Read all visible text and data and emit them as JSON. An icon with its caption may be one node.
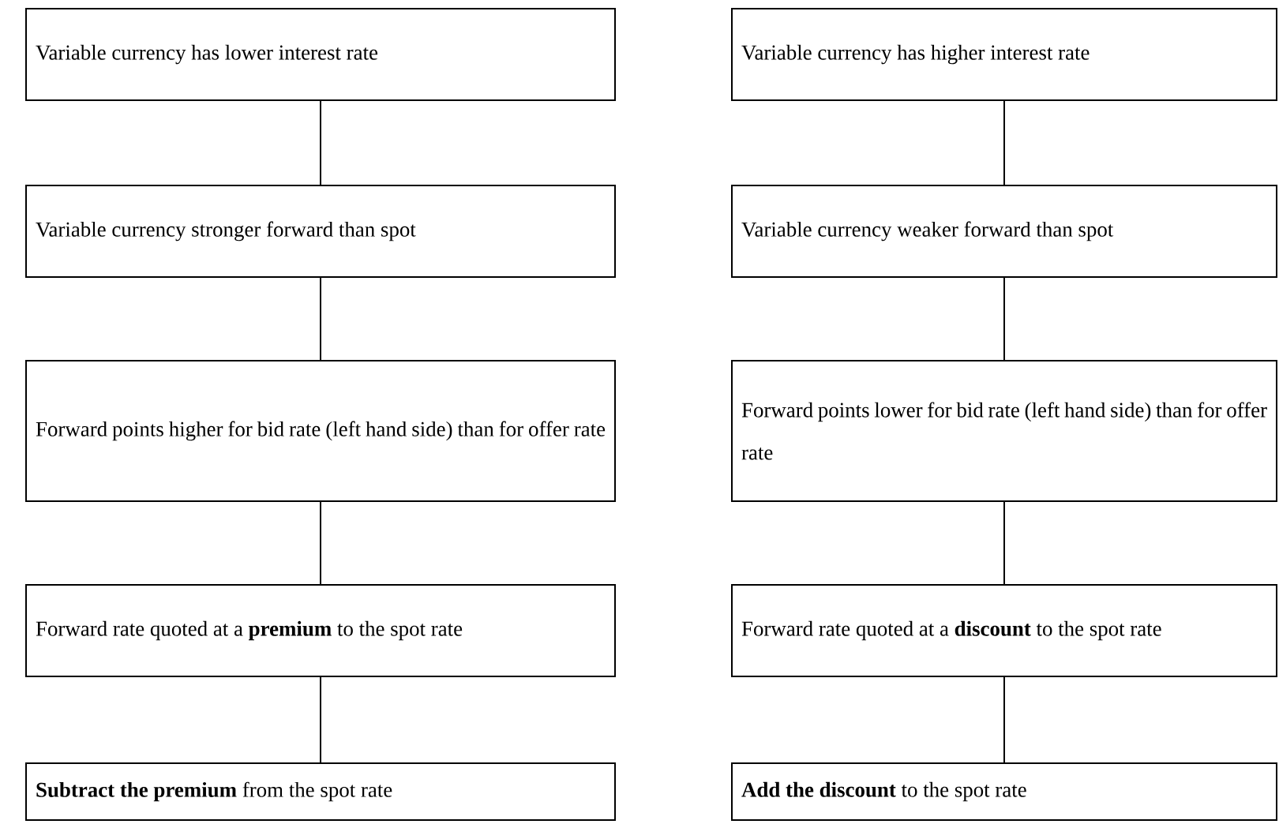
{
  "diagram": {
    "nodes": [
      {
        "text": [
          "Variable currency has lower interest rate"
        ]
      },
      {
        "text": [
          "Variable currency stronger forward than spot"
        ]
      },
      {
        "text": [
          "Forward points higher for bid rate (left hand side) than for offer rate"
        ]
      },
      {
        "text": [
          "Forward rate quoted at a **premium** to the spot rate"
        ]
      },
      {
        "text": [
          "**Subtract the premium** from the spot rate"
        ]
      },
      {
        "text": [
          "Variable currency has higher interest rate"
        ]
      },
      {
        "text": [
          "Variable currency weaker forward than spot"
        ]
      },
      {
        "text": [
          "Forward points lower for bid rate (left hand side) than for offer rate"
        ]
      },
      {
        "text": [
          "Forward rate quoted at a **discount** to the spot rate"
        ]
      },
      {
        "text": [
          "**Add the discount** to the spot rate"
        ]
      }
    ],
    "edges": [
      {
        "from": 0,
        "to": 1,
        "arrow": "none"
      },
      {
        "from": 1,
        "to": 2,
        "arrow": "none"
      },
      {
        "from": 2,
        "to": 3,
        "arrow": "none"
      },
      {
        "from": 3,
        "to": 4,
        "arrow": "none"
      },
      {
        "from": 5,
        "to": 6,
        "arrow": "none"
      },
      {
        "from": 6,
        "to": 7,
        "arrow": "none"
      },
      {
        "from": 7,
        "to": 8,
        "arrow": "none"
      },
      {
        "from": 8,
        "to": 9,
        "arrow": "none"
      }
    ]
  }
}
